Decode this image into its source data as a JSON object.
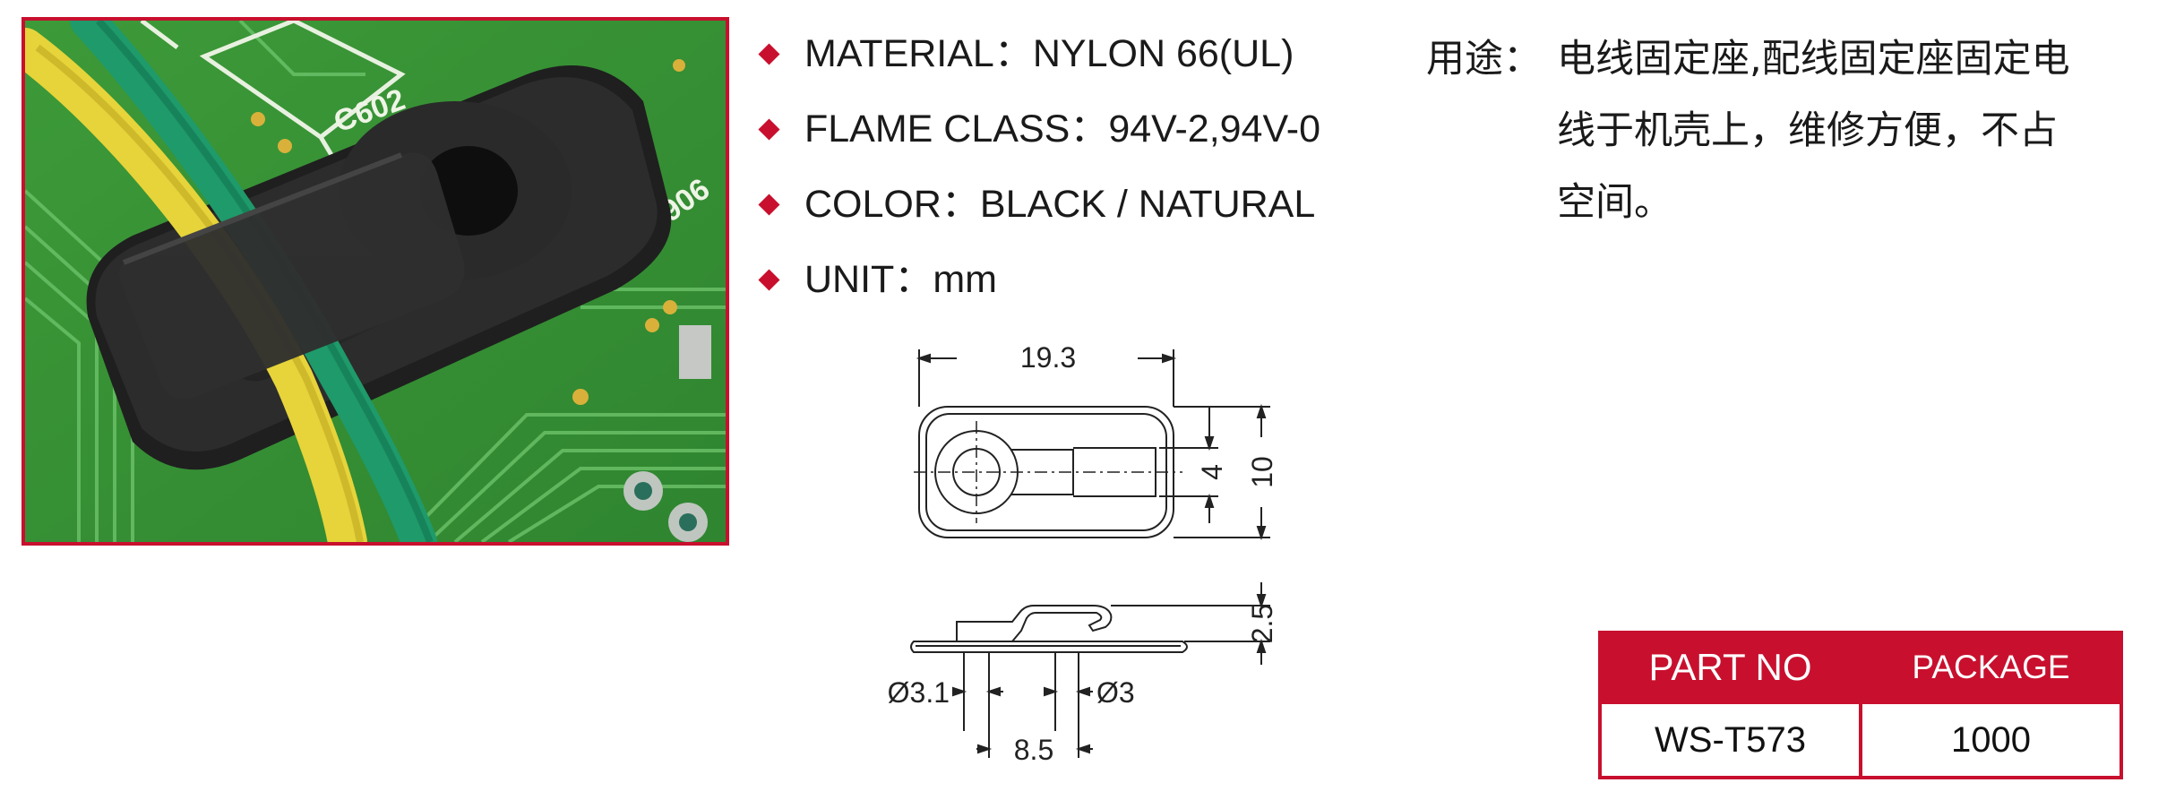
{
  "specs": [
    {
      "label": "MATERIAL",
      "sep": "：",
      "value": "NYLON 66(UL)"
    },
    {
      "label": "FLAME CLASS",
      "sep": "：",
      "value": "94V-2,94V-0"
    },
    {
      "label": "COLOR",
      "sep": "：",
      "value": "BLACK / NATURAL"
    },
    {
      "label": "UNIT",
      "sep": "：",
      "value": "mm"
    }
  ],
  "usage": {
    "label": "用途：",
    "text": "电线固定座,配线固定座固定电线于机壳上，维修方便，不占空间。"
  },
  "photo": {
    "pcb_label_1": "C602",
    "pcb_label_2": "C906"
  },
  "drawing": {
    "length": "19.3",
    "slot_width": "4",
    "width": "10",
    "height": "2.5",
    "hole_diameter": "Ø3.1",
    "slot_diameter": "Ø3",
    "pitch": "8.5"
  },
  "table": {
    "headers": [
      "PART NO",
      "PACKAGE"
    ],
    "rows": [
      [
        "WS-T573",
        "1000"
      ]
    ]
  },
  "colors": {
    "accent": "#c8102e",
    "pcb_green": "#3f9a3a",
    "clip_black": "#2b2b2b",
    "wire_yellow": "#e6d43a",
    "wire_green": "#1f9a6a"
  }
}
